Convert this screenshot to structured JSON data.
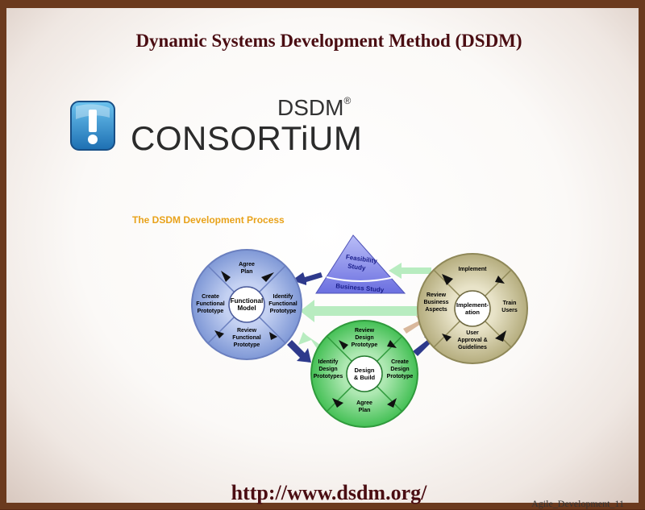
{
  "slide": {
    "title": "Dynamic Systems Development Method (DSDM)",
    "url": "http://www.dsdm.org/",
    "footer": "Agile_Development_11"
  },
  "logo": {
    "top_text": "DSDM",
    "reg_mark": "®",
    "main_text": "CONSORTiUM",
    "icon": "exclamation-square-icon"
  },
  "process": {
    "title": "The DSDM Development Process",
    "pyramid": {
      "top": [
        "Feasibility",
        "Study"
      ],
      "bottom": "Business Study"
    },
    "functional": {
      "center": [
        "Functional",
        "Model"
      ],
      "top": [
        "Agree",
        "Plan"
      ],
      "left": [
        "Create",
        "Functional",
        "Prototype"
      ],
      "right": [
        "Identify",
        "Functional",
        "Prototype"
      ],
      "bottom": [
        "Review",
        "Functional",
        "Prototype"
      ]
    },
    "design": {
      "center": [
        "Design",
        "& Build"
      ],
      "top": [
        "Review",
        "Design",
        "Prototype"
      ],
      "left": [
        "Identify",
        "Design",
        "Prototypes"
      ],
      "right": [
        "Create",
        "Design",
        "Prototype"
      ],
      "bottom": [
        "Agree",
        "Plan"
      ]
    },
    "implementation": {
      "center": [
        "Implement-",
        "ation"
      ],
      "top": [
        "Implement"
      ],
      "left": [
        "Review",
        "Business",
        "Aspects"
      ],
      "right": [
        "Train",
        "Users"
      ],
      "bottom": [
        "User",
        "Approval &",
        "Guidelines"
      ]
    },
    "colors": {
      "functional": "#8fa6dc",
      "design": "#5fcf6a",
      "implementation": "#c9c39a",
      "pyramid": "#7b7fe6",
      "arrow_dark": "#2e3a8c",
      "arrow_light": "#b8ecc0"
    }
  }
}
